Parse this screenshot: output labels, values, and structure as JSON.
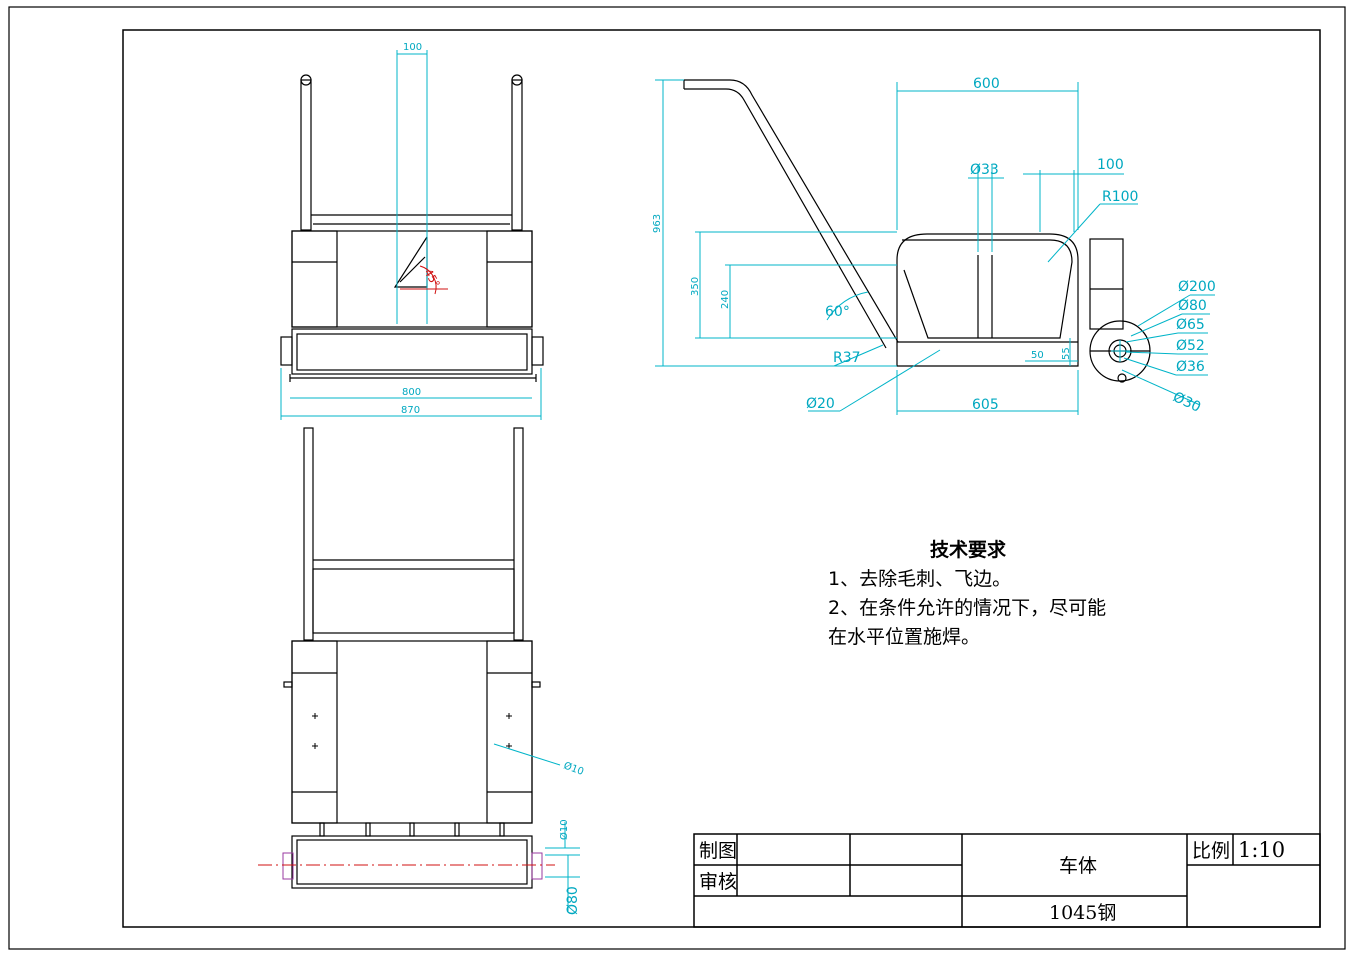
{
  "dimensions": {
    "front_top_width": "100",
    "angle_45": "45°",
    "width_800": "800",
    "width_870": "870",
    "side_600": "600",
    "side_963": "963",
    "side_350": "350",
    "side_240": "240",
    "dia_33": "Ø33",
    "len_100": "100",
    "radius_100": "R100",
    "angle_60": "60°",
    "radius_37": "R37",
    "dia_20": "Ø20",
    "len_605": "605",
    "len_50": "50",
    "len_55": "55",
    "dia_200": "Ø200",
    "dia_80": "Ø80",
    "dia_65": "Ø65",
    "dia_52": "Ø52",
    "dia_36": "Ø36",
    "dia_30": "Ø30",
    "bottom_dia_10": "Ø10",
    "bottom_dia_10b": "Ø10",
    "bottom_dia_80": "Ø80"
  },
  "notes": {
    "title": "技术要求",
    "line1": "1、去除毛刺、飞边。",
    "line2": "2、在条件允许的情况下，尽可能",
    "line3": "在水平位置施焊。"
  },
  "title_block": {
    "drawn_label": "制图",
    "checked_label": "审核",
    "part_name": "车体",
    "material": "1045钢",
    "scale_label": "比例",
    "scale_value": "1:10"
  },
  "colors": {
    "line": "#000000",
    "dimension": "#00b4c8",
    "centerline": "#d01010",
    "hidden": "#9a3aa0"
  }
}
